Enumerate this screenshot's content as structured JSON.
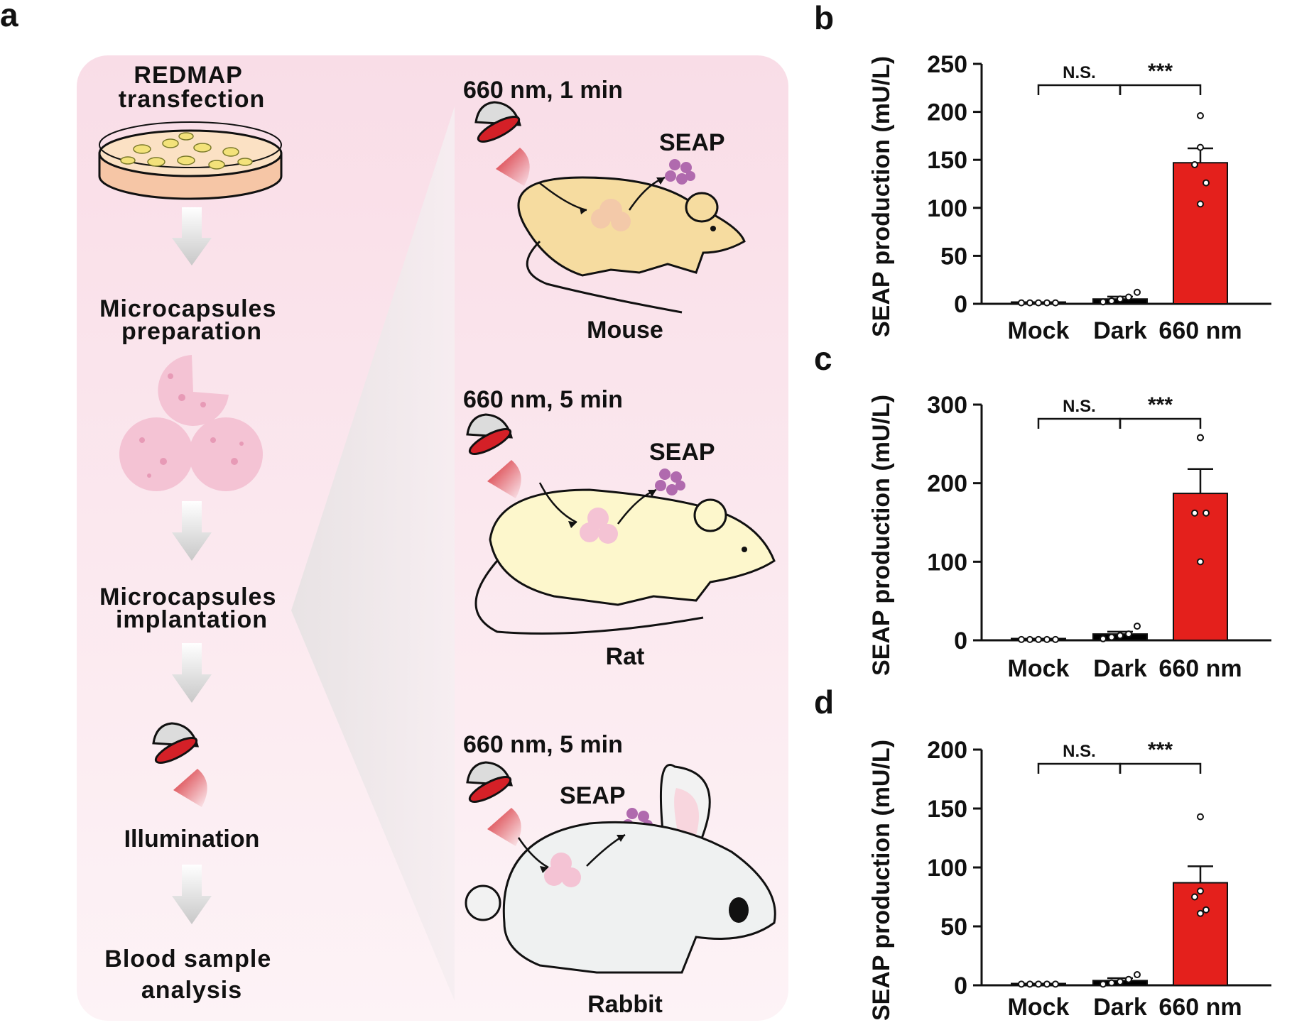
{
  "panels": {
    "a": "a",
    "b": "b",
    "c": "c",
    "d": "d"
  },
  "scheme": {
    "steps": [
      {
        "lines": [
          "REDMAP",
          "transfection"
        ]
      },
      {
        "lines": [
          "Microcapsules",
          "preparation"
        ]
      },
      {
        "lines": [
          "Microcapsules",
          "implantation"
        ]
      },
      {
        "lines": [
          "Illumination"
        ]
      },
      {
        "lines": [
          "Blood sample",
          "analysis"
        ]
      }
    ],
    "animals": [
      {
        "illumination": "660 nm, 1 min",
        "product": "SEAP",
        "name": "Mouse"
      },
      {
        "illumination": "660 nm, 5 min",
        "product": "SEAP",
        "name": "Rat"
      },
      {
        "illumination": "660 nm, 5 min",
        "product": "SEAP",
        "name": "Rabbit"
      }
    ],
    "colors": {
      "background": "#fbe8ee",
      "capsule": "#f4c3d4",
      "seap": "#b06aae",
      "light": "#d42027"
    }
  },
  "chart_data": [
    {
      "type": "bar",
      "panel": "b",
      "categories": [
        "Mock",
        "Dark",
        "660 nm"
      ],
      "values": [
        1,
        5,
        147
      ],
      "error": [
        0.3,
        2.5,
        15
      ],
      "points": [
        [
          1,
          1,
          1,
          1,
          1
        ],
        [
          2,
          3,
          5,
          7,
          12
        ],
        [
          196,
          163,
          145,
          126,
          104
        ]
      ],
      "bar_colors": [
        "#000000",
        "#000000",
        "#e4201c"
      ],
      "ylabel": "SEAP production (mU/L)",
      "ylim": [
        0,
        250
      ],
      "yticks": [
        0,
        50,
        100,
        150,
        200,
        250
      ],
      "significance": [
        {
          "from": 0,
          "to": 1,
          "label": "N.S."
        },
        {
          "from": 1,
          "to": 2,
          "label": "***"
        }
      ]
    },
    {
      "type": "bar",
      "panel": "c",
      "categories": [
        "Mock",
        "Dark",
        "660 nm"
      ],
      "values": [
        1,
        8,
        187
      ],
      "error": [
        0.3,
        3,
        31
      ],
      "points": [
        [
          1,
          1,
          1,
          1,
          1
        ],
        [
          2,
          4,
          6,
          8,
          18
        ],
        [
          258,
          258,
          162,
          162,
          100
        ]
      ],
      "bar_colors": [
        "#000000",
        "#000000",
        "#e4201c"
      ],
      "ylabel": "SEAP production (mU/L)",
      "ylim": [
        0,
        300
      ],
      "yticks": [
        0,
        100,
        200,
        300
      ],
      "significance": [
        {
          "from": 0,
          "to": 1,
          "label": "N.S."
        },
        {
          "from": 1,
          "to": 2,
          "label": "***"
        }
      ]
    },
    {
      "type": "bar",
      "panel": "d",
      "categories": [
        "Mock",
        "Dark",
        "660 nm"
      ],
      "values": [
        1,
        4,
        87
      ],
      "error": [
        0.3,
        2,
        14
      ],
      "points": [
        [
          1,
          1,
          1,
          1,
          1
        ],
        [
          1,
          2,
          3,
          5,
          9
        ],
        [
          143,
          80,
          75,
          64,
          61
        ]
      ],
      "bar_colors": [
        "#000000",
        "#000000",
        "#e4201c"
      ],
      "ylabel": "SEAP production (mU/L)",
      "ylim": [
        0,
        200
      ],
      "yticks": [
        0,
        50,
        100,
        150,
        200
      ],
      "significance": [
        {
          "from": 0,
          "to": 1,
          "label": "N.S."
        },
        {
          "from": 1,
          "to": 2,
          "label": "***"
        }
      ]
    }
  ]
}
